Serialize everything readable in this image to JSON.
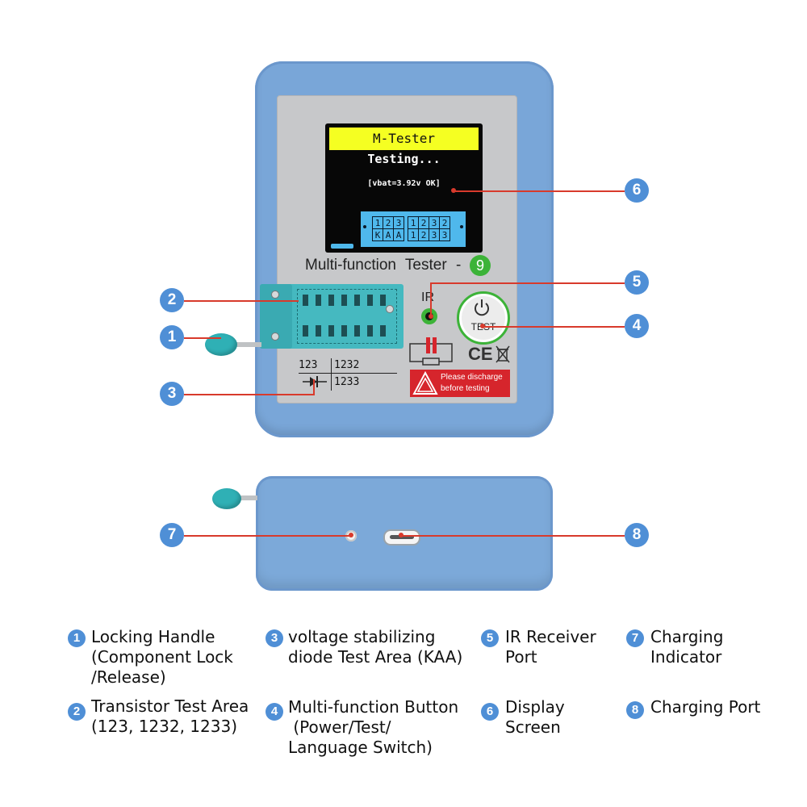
{
  "screen": {
    "title": "M-Tester",
    "status": "Testing...",
    "vbat": "[vbat=3.92v OK]",
    "grid_row1": [
      "1",
      "2",
      "3",
      "",
      "1",
      "2",
      "3",
      "2"
    ],
    "grid_row2": [
      "K",
      "A",
      "A",
      "",
      "1",
      "2",
      "3",
      "3"
    ]
  },
  "device": {
    "model_label": "Multi-function Tester -",
    "model_number": "9",
    "ir_label": "IR",
    "test_label": "TEST",
    "ce_mark": "CE",
    "pin_label_1": "123",
    "pin_label_2": "1232",
    "pin_label_3": "1233",
    "warning_line1": "Please discharge",
    "warning_line2": "before testing"
  },
  "callouts": [
    "1",
    "2",
    "3",
    "4",
    "5",
    "6",
    "7",
    "8"
  ],
  "legend": [
    {
      "num": "1",
      "text": "Locking Handle\n(Component Lock\n/Release)"
    },
    {
      "num": "2",
      "text": "Transistor Test Area\n(123, 1232, 1233)"
    },
    {
      "num": "3",
      "text": "voltage stabilizing\ndiode Test Area (KAA)"
    },
    {
      "num": "4",
      "text": "Multi-function Button\n (Power/Test/\nLanguage Switch)"
    },
    {
      "num": "5",
      "text": "IR Receiver\nPort"
    },
    {
      "num": "6",
      "text": "Display\nScreen"
    },
    {
      "num": "7",
      "text": "Charging\nIndicator"
    },
    {
      "num": "8",
      "text": "Charging Port"
    }
  ],
  "colors": {
    "body_blue": "#79a6d8",
    "screen_yellow": "#f5ff22",
    "screen_cyan": "#4fb8ec",
    "accent_green": "#3cb338",
    "callout_red": "#d83a2c",
    "badge_blue": "#4f8fd6",
    "socket_teal": "#45b9c0",
    "warning_red": "#d6252c"
  }
}
